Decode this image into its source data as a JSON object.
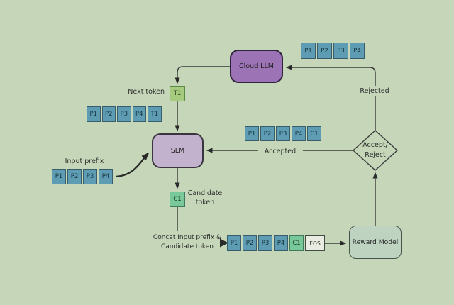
{
  "colors": {
    "background": "#c5d7b8",
    "token_fill": "#5d9cb3",
    "token_border": "#395d6b",
    "t1_fill": "#a6cb7e",
    "t1_border": "#5b8a43",
    "c1_fill": "#79c89a",
    "c1_border": "#3e7a5b",
    "eos_fill": "#e9ece0",
    "cloud_llm_fill": "#9c73b5",
    "cloud_llm_border": "#2f2440",
    "slm_fill": "#c3b2ce",
    "reward_model_fill": "#bed4c1",
    "line": "#3a3a3a",
    "text": "#2d2d2d"
  },
  "nodes": {
    "cloud_llm": "Cloud LLM",
    "slm": "SLM",
    "reward_model": "Reward Model",
    "decision_line1": "Accept/",
    "decision_line2": "Reject"
  },
  "labels": {
    "next_token": "Next token",
    "input_prefix": "Input prefix",
    "candidate_line1": "Candidate",
    "candidate_line2": "token",
    "accepted": "Accepted",
    "rejected": "Rejected",
    "concat_line1": "Concat Input prefix &",
    "concat_line2": "Candidate token"
  },
  "tokens": {
    "t1": "T1",
    "c1": "C1",
    "rejected_row": [
      "P1",
      "P2",
      "P3",
      "P4"
    ],
    "next_token_row": [
      "P1",
      "P2",
      "P3",
      "P4",
      "T1"
    ],
    "input_prefix_row": [
      "P1",
      "P2",
      "P3",
      "P4"
    ],
    "accepted_row": [
      "P1",
      "P2",
      "P3",
      "P4",
      "C1"
    ],
    "concat_row": [
      "P1",
      "P2",
      "P3",
      "P4",
      "C1",
      "EOS"
    ]
  }
}
